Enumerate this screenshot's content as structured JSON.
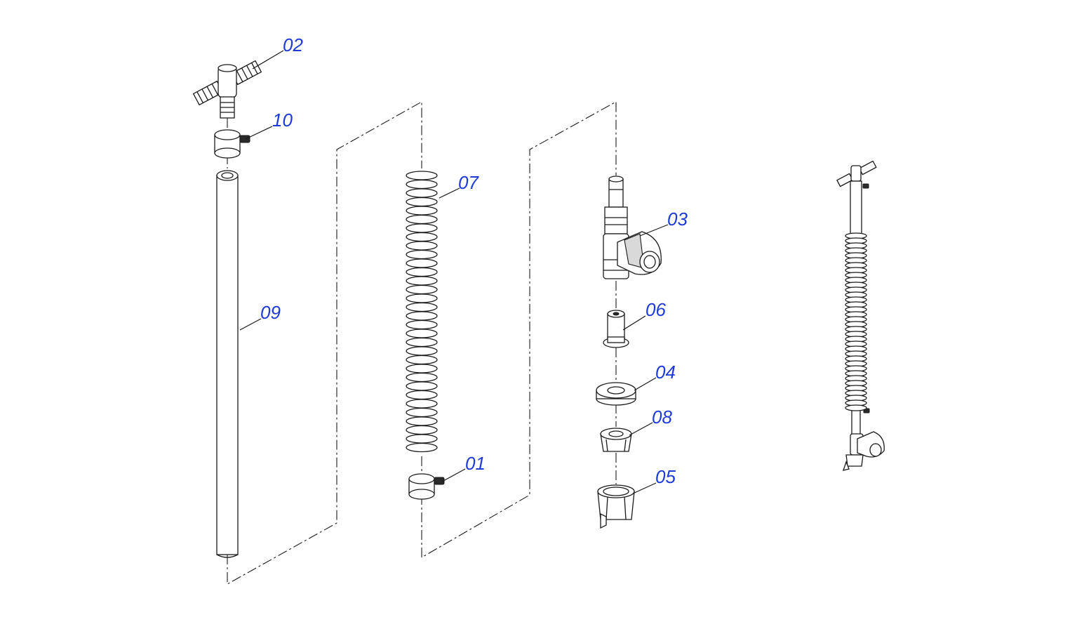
{
  "callouts": {
    "p01": "01",
    "p02": "02",
    "p03": "03",
    "p04": "04",
    "p05": "05",
    "p06": "06",
    "p07": "07",
    "p08": "08",
    "p09": "09",
    "p10": "10"
  },
  "colors": {
    "callout_text": "#1f3bd6",
    "line_art": "#1a1a1a",
    "background": "#ffffff"
  }
}
